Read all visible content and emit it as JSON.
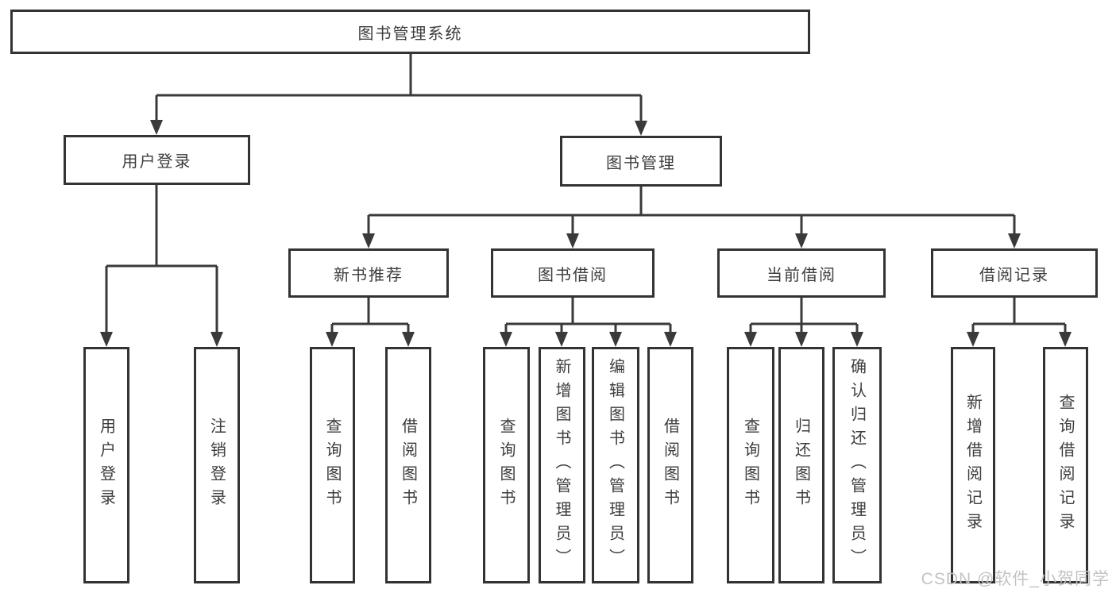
{
  "tree": {
    "root": "图书管理系统",
    "level2": [
      {
        "label": "用户登录",
        "leaves": [
          "用户登录",
          "注销登录"
        ]
      },
      {
        "label": "图书管理",
        "groups": [
          {
            "label": "新书推荐",
            "leaves": [
              "查询图书",
              "借阅图书"
            ]
          },
          {
            "label": "图书借阅",
            "leaves": [
              "查询图书",
              "新增图书（管理员）",
              "编辑图书（管理员）",
              "借阅图书"
            ]
          },
          {
            "label": "当前借阅",
            "leaves": [
              "查询图书",
              "归还图书",
              "确认归还（管理员）"
            ]
          },
          {
            "label": "借阅记录",
            "leaves": [
              "新增借阅记录",
              "查询借阅记录"
            ]
          }
        ]
      }
    ]
  },
  "watermark": "CSDN @软件_小贺同学",
  "colors": {
    "line": "#3a3a3a",
    "box_border": "#333333",
    "text": "#3d3d3d",
    "watermark": "#c3c3c3",
    "background": "#ffffff"
  }
}
